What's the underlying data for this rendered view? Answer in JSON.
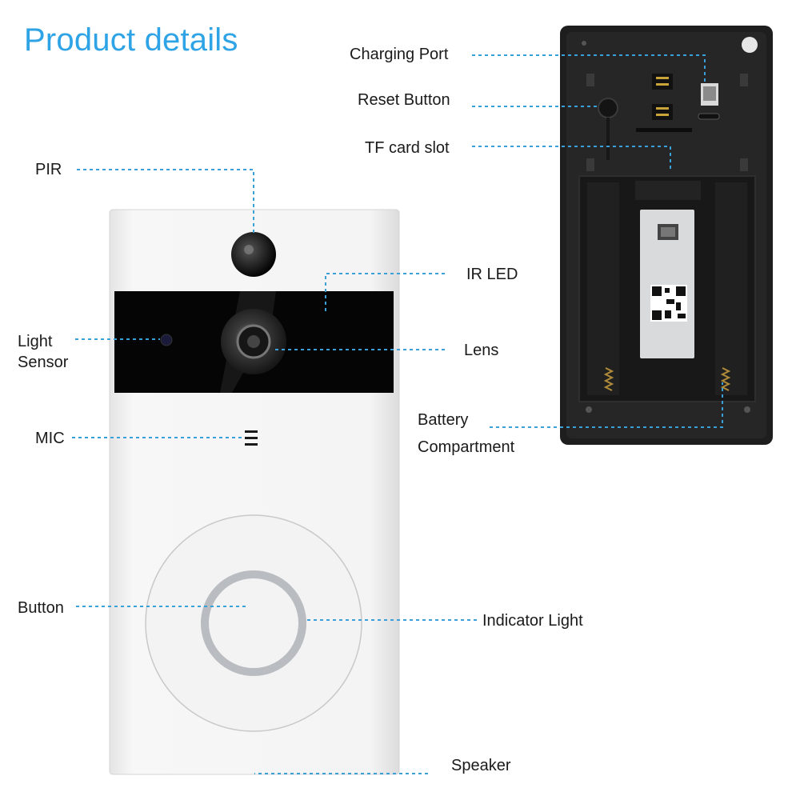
{
  "title": "Product details",
  "labels": {
    "charging_port": "Charging Port",
    "reset_button": "Reset Button",
    "tf_card_slot": "TF card slot",
    "pir": "PIR",
    "ir_led": "IR LED",
    "light_sensor_line1": "Light",
    "light_sensor_line2": "Sensor",
    "lens": "Lens",
    "battery_line1": "Battery",
    "battery_line2": "Compartment",
    "mic": "MIC",
    "button": "Button",
    "indicator_light": "Indicator Light",
    "speaker": "Speaker"
  },
  "colors": {
    "accent": "#2ea3e6",
    "leader_line": "#3aa0d8",
    "device_front": "#f1f1f1",
    "device_back": "#1e1e1e",
    "indicator_ring": "#b9bcc0"
  }
}
